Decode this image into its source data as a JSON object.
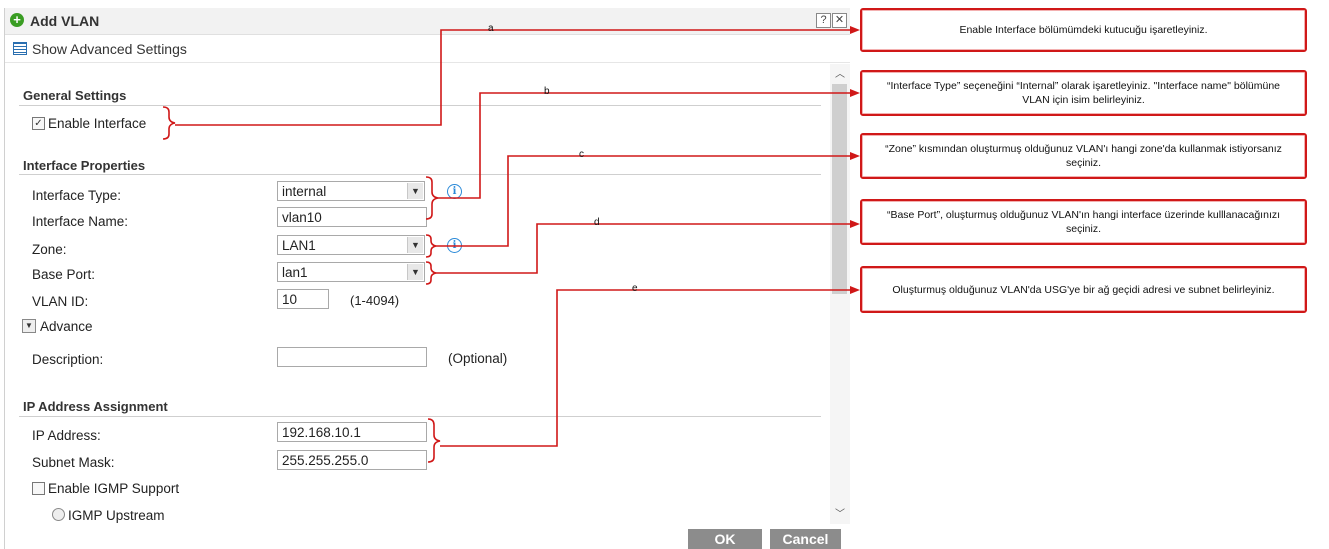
{
  "dialog": {
    "title": "Add VLAN",
    "help_glyph": "?",
    "close_glyph": "✕",
    "show_advanced": "Show Advanced Settings"
  },
  "general": {
    "heading": "General Settings",
    "enable_interface": "Enable Interface",
    "enable_checked": true
  },
  "props": {
    "heading": "Interface Properties",
    "type_label": "Interface Type:",
    "type_value": "internal",
    "name_label": "Interface Name:",
    "name_value": "vlan10",
    "zone_label": "Zone:",
    "zone_value": "LAN1",
    "port_label": "Base Port:",
    "port_value": "lan1",
    "vlan_label": "VLAN ID:",
    "vlan_value": "10",
    "vlan_hint": "(1-4094)",
    "advance_label": "Advance",
    "desc_label": "Description:",
    "desc_value": "",
    "desc_hint": "(Optional)"
  },
  "ip": {
    "heading": "IP Address Assignment",
    "ip_label": "IP Address:",
    "ip_value": "192.168.10.1",
    "mask_label": "Subnet Mask:",
    "mask_value": "255.255.255.0",
    "igmp_label": "Enable IGMP Support",
    "igmp_checked": false,
    "upstream_label": "IGMP Upstream"
  },
  "footer": {
    "ok": "OK",
    "cancel": "Cancel"
  },
  "callouts": [
    {
      "letter": "a",
      "text": "Enable Interface bölümümdeki kutucuğu işaretleyiniz."
    },
    {
      "letter": "b",
      "text": "“Interface Type” seçeneğini “Internal” olarak işaretleyiniz. \"Interface name\" bölümüne VLAN için isim belirleyiniz."
    },
    {
      "letter": "c",
      "text": "“Zone” kısmından oluşturmuş olduğunuz VLAN'ı hangi zone'da kullanmak istiyorsanız seçiniz."
    },
    {
      "letter": "d",
      "text": "“Base Port”, oluşturmuş olduğunuz VLAN'ın hangi interface üzerinde kulllanacağınızı seçiniz."
    },
    {
      "letter": "e",
      "text": "Oluşturmuş olduğunuz VLAN'da USG'ye bir ağ geçidi adresi ve subnet belirleyiniz."
    }
  ],
  "colors": {
    "annotation_red": "#d01818",
    "button_gray": "#8c8c8c",
    "info_blue": "#2b8ad8",
    "add_green": "#3a9d23"
  }
}
